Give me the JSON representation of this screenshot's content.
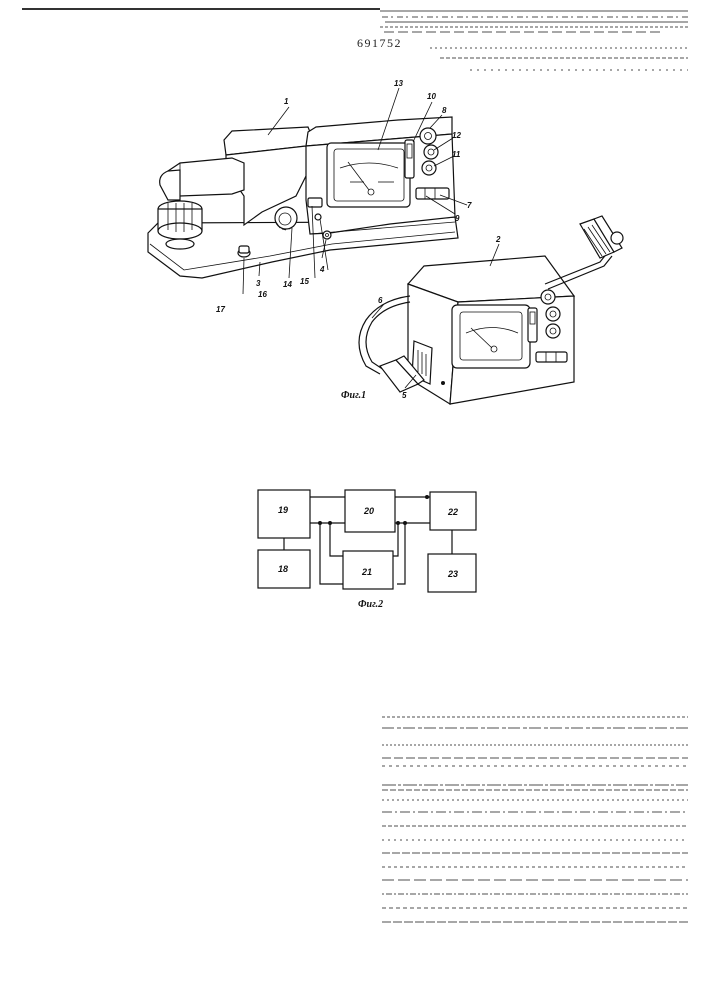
{
  "header": {
    "patent_number": "691752"
  },
  "figure1": {
    "caption": "Фиг.1",
    "labels": [
      "1",
      "2",
      "3",
      "4",
      "5",
      "6",
      "7",
      "8",
      "9",
      "10",
      "11",
      "12",
      "13",
      "14",
      "15",
      "16",
      "17"
    ]
  },
  "figure2": {
    "caption": "Фиг.2",
    "blocks": [
      "18",
      "19",
      "20",
      "21",
      "22",
      "23"
    ]
  },
  "colors": {
    "ink": "#111111",
    "paper": "#ffffff",
    "noise": "#8a8a8a"
  }
}
